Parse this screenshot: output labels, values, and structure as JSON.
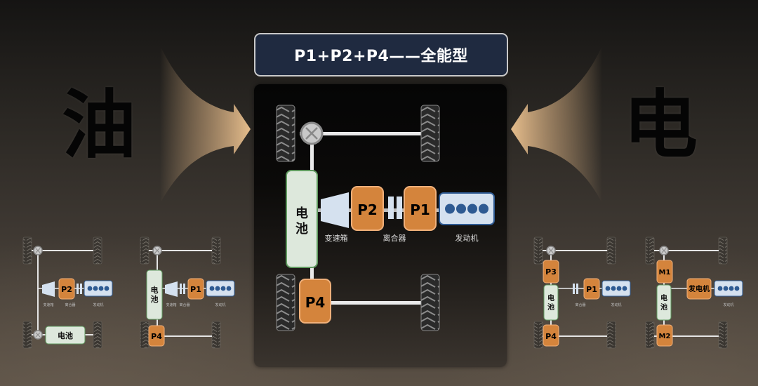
{
  "left_label": "油",
  "right_label": "电",
  "title": "P1+P2+P4——全能型",
  "colors": {
    "title_bg": "#1f2a40",
    "motor_orange": "#d4843c",
    "battery_green": "#dde8dc",
    "engine_blue": "#d5e1ef",
    "cylinder_blue": "#2e5a92",
    "arrow_tan": "#e2b988"
  },
  "main_diagram": {
    "battery": "电池",
    "motors": {
      "p2": "P2",
      "p1": "P1",
      "p4": "P4"
    },
    "labels": {
      "gearbox": "变速箱",
      "clutch": "离合器",
      "engine": "发动机"
    }
  },
  "mini_diagrams": [
    {
      "battery": "电池",
      "motors": [
        "P2"
      ],
      "labels": [
        "变速箱",
        "离合器",
        "发动机"
      ]
    },
    {
      "battery": "电池",
      "motors": [
        "P1",
        "P4"
      ],
      "labels": [
        "变速箱",
        "离合器",
        "发动机"
      ]
    },
    {
      "battery": "电池",
      "motors": [
        "P3",
        "P1",
        "P4"
      ],
      "labels": [
        "离合器",
        "发动机"
      ]
    },
    {
      "battery": "电池",
      "motors": [
        "M1",
        "发电机",
        "M2"
      ],
      "labels": [
        "发动机"
      ]
    }
  ]
}
